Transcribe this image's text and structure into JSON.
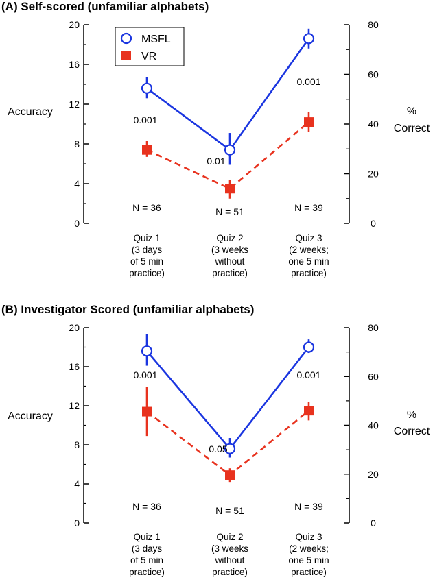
{
  "chart_data": [
    {
      "type": "line",
      "title": "(A) Self-scored (unfamiliar alphabets)",
      "ylabel": "Accuracy",
      "y2label": [
        "%",
        "Correct"
      ],
      "ylim": [
        0,
        20
      ],
      "yticks": [
        "0",
        "4",
        "8",
        "12",
        "16",
        "20"
      ],
      "y2lim": [
        0,
        80
      ],
      "y2ticks": [
        "0",
        "20",
        "40",
        "60",
        "80"
      ],
      "categories": [
        [
          "Quiz 1",
          "(3 days",
          "of 5 min",
          "practice)"
        ],
        [
          "Quiz 2",
          "(3 weeks",
          "without",
          "practice)"
        ],
        [
          "Quiz 3",
          "(2 weeks;",
          "one 5 min",
          "practice)"
        ]
      ],
      "series": [
        {
          "name": "MSFL",
          "color": "#1a35e0",
          "marker": "open-circle",
          "line": "solid",
          "values": [
            13.6,
            7.4,
            18.6
          ],
          "err_low": [
            12.6,
            5.9,
            17.6
          ],
          "err_high": [
            14.7,
            9.1,
            19.6
          ]
        },
        {
          "name": "VR",
          "color": "#e8321e",
          "marker": "filled-square",
          "line": "dashed",
          "values": [
            7.4,
            3.5,
            10.2
          ],
          "err_low": [
            6.7,
            2.5,
            9.2
          ],
          "err_high": [
            8.3,
            4.4,
            11.2
          ]
        }
      ],
      "p_values": [
        "0.001",
        "0.01",
        "0.001"
      ],
      "n_labels": [
        "N = 36",
        "N = 51",
        "N = 39"
      ],
      "legend": "top-left"
    },
    {
      "type": "line",
      "title": "(B) Investigator Scored (unfamiliar alphabets)",
      "ylabel": "Accuracy",
      "y2label": [
        "%",
        "Correct"
      ],
      "ylim": [
        0,
        20
      ],
      "yticks": [
        "0",
        "4",
        "8",
        "12",
        "16",
        "20"
      ],
      "y2lim": [
        0,
        80
      ],
      "y2ticks": [
        "0",
        "20",
        "40",
        "60",
        "80"
      ],
      "categories": [
        [
          "Quiz 1",
          "(3 days",
          "of 5 min",
          "practice)"
        ],
        [
          "Quiz 2",
          "(3 weeks",
          "without",
          "practice)"
        ],
        [
          "Quiz 3",
          "(2 weeks;",
          "one 5 min",
          "practice)"
        ]
      ],
      "series": [
        {
          "name": "MSFL",
          "color": "#1a35e0",
          "marker": "open-circle",
          "line": "solid",
          "values": [
            17.6,
            7.6,
            18.0
          ],
          "err_low": [
            16.1,
            6.7,
            17.4
          ],
          "err_high": [
            19.3,
            8.7,
            18.8
          ]
        },
        {
          "name": "VR",
          "color": "#e8321e",
          "marker": "filled-square",
          "line": "dashed",
          "values": [
            11.4,
            4.9,
            11.5
          ],
          "err_low": [
            8.9,
            4.2,
            10.5
          ],
          "err_high": [
            13.9,
            5.6,
            12.4
          ]
        }
      ],
      "p_values": [
        "0.001",
        "0.05",
        "0.001"
      ],
      "n_labels": [
        "N = 36",
        "N = 51",
        "N = 39"
      ],
      "legend": "none"
    }
  ]
}
